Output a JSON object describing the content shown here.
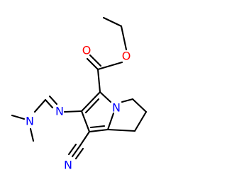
{
  "molecule": {
    "atoms": {
      "o_carbonyl": {
        "symbol": "O"
      },
      "o_ester": {
        "symbol": "O"
      },
      "n_ring": {
        "symbol": "N"
      },
      "n_imine": {
        "symbol": "N"
      },
      "n_amine": {
        "symbol": "N"
      },
      "n_nitrile": {
        "symbol": "N"
      }
    }
  },
  "colors": {
    "bond": "#000000",
    "oxygen": "#ff0000",
    "nitrogen": "#0000ff",
    "background": "#ffffff"
  }
}
